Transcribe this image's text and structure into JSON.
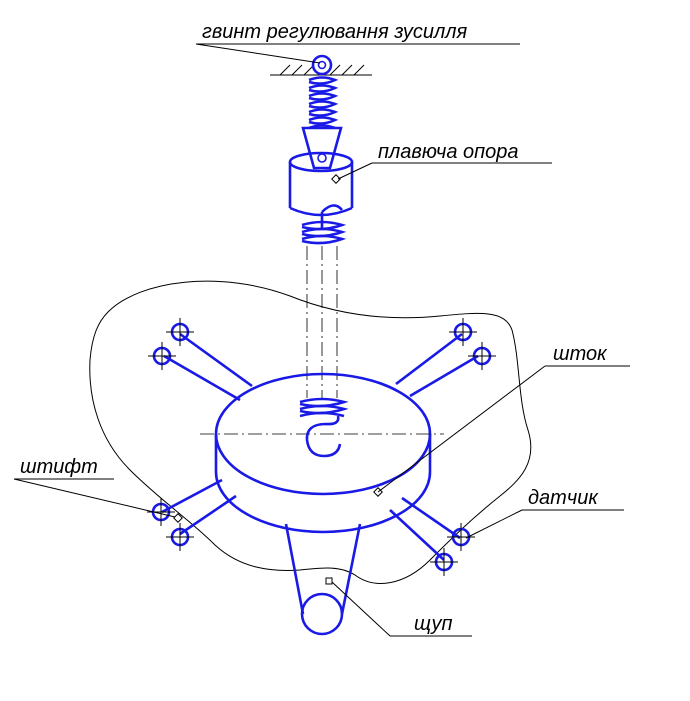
{
  "labels": {
    "screw": "гвинт регулювання зусилля",
    "floating_support": "плавюча опора",
    "rod": "шток",
    "pin": "штифт",
    "sensor": "датчик",
    "probe": "щуп"
  },
  "colors": {
    "mechanism": "#1a1ae6",
    "leaders": "#000000",
    "background": "#ffffff"
  }
}
